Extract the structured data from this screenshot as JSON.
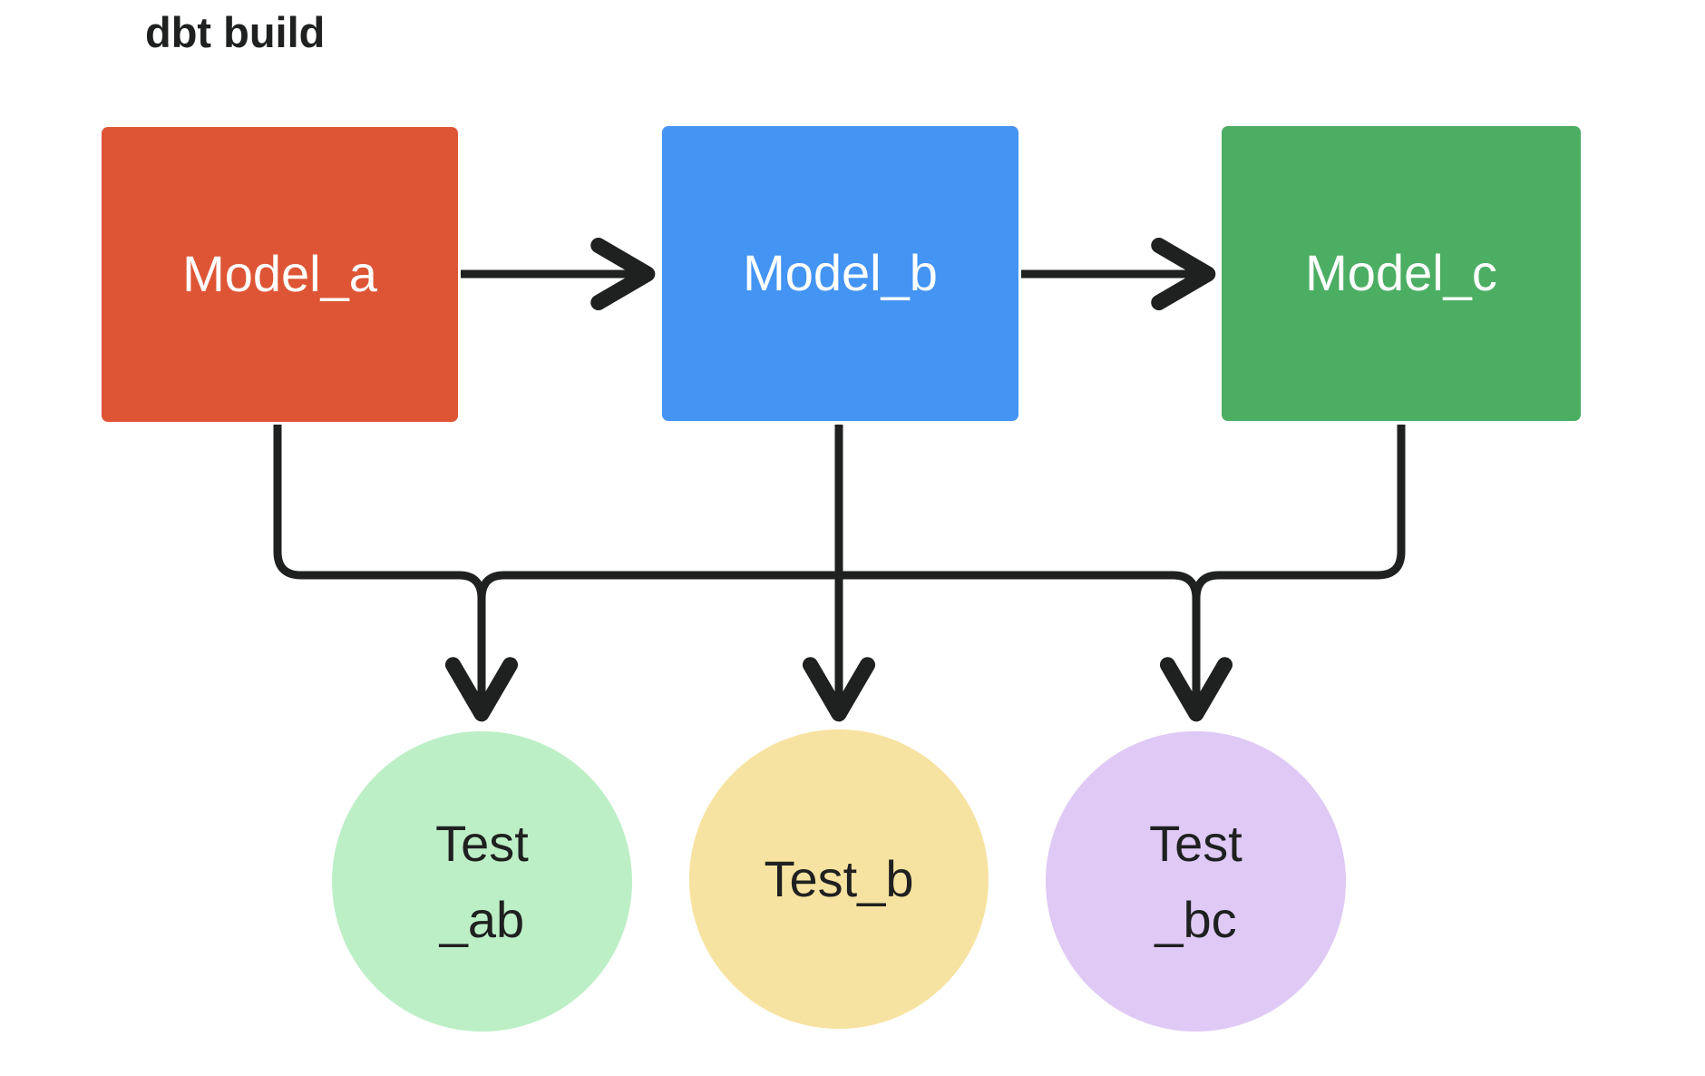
{
  "diagram": {
    "title": "dbt build",
    "background_color": "#ffffff",
    "edge_color": "#1f2020",
    "nodes": {
      "models": [
        {
          "id": "model_a",
          "label": "Model_a",
          "shape": "rect",
          "fill": "#DE5535",
          "text_color": "#ffffff"
        },
        {
          "id": "model_b",
          "label": "Model_b",
          "shape": "rect",
          "fill": "#4494F4",
          "text_color": "#ffffff"
        },
        {
          "id": "model_c",
          "label": "Model_c",
          "shape": "rect",
          "fill": "#4CAE63",
          "text_color": "#ffffff"
        }
      ],
      "tests": [
        {
          "id": "test_ab",
          "label": "Test\n_ab",
          "shape": "circle",
          "fill": "#BDEFC6",
          "text_color": "#1f2020"
        },
        {
          "id": "test_b",
          "label": "Test_b",
          "shape": "circle",
          "fill": "#F7E3A1",
          "text_color": "#1f2020"
        },
        {
          "id": "test_bc",
          "label": "Test\n_bc",
          "shape": "circle",
          "fill": "#DFC9F5",
          "text_color": "#1f2020"
        }
      ]
    },
    "edges": [
      {
        "from": "model_a",
        "to": "model_b",
        "style": "arrow"
      },
      {
        "from": "model_b",
        "to": "model_c",
        "style": "arrow"
      },
      {
        "from": "model_a",
        "to": "test_ab",
        "style": "elbow-arrow"
      },
      {
        "from": "model_b",
        "to": "test_ab",
        "style": "elbow-arrow"
      },
      {
        "from": "model_b",
        "to": "test_b",
        "style": "arrow"
      },
      {
        "from": "model_b",
        "to": "test_bc",
        "style": "elbow-arrow"
      },
      {
        "from": "model_c",
        "to": "test_bc",
        "style": "elbow-arrow"
      }
    ]
  }
}
